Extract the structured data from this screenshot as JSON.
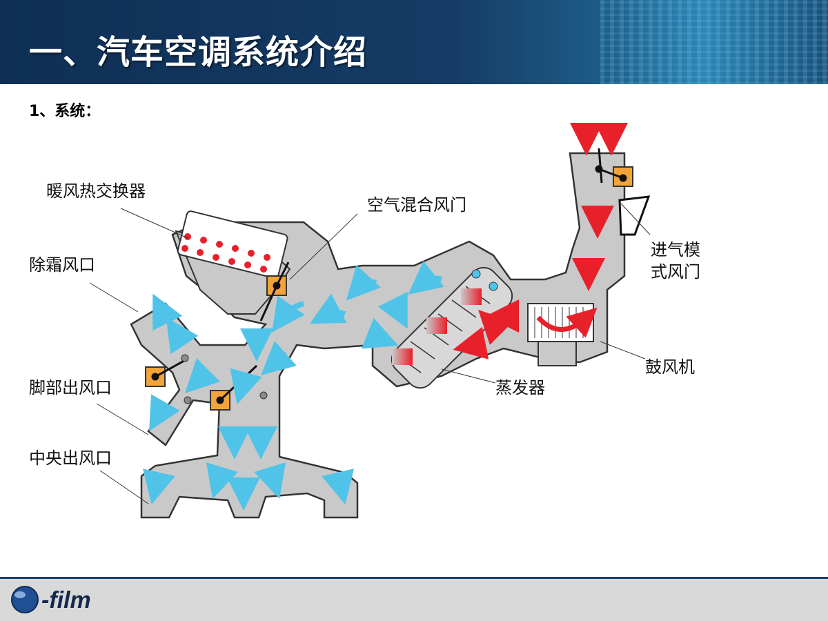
{
  "slide": {
    "title": "一、汽车空调系统介绍",
    "subtitle": "1、系统："
  },
  "diagram": {
    "labels": {
      "heater_core": "暖风热交换器",
      "air_mix_door": "空气混合风门",
      "defrost_vent": "除霜风口",
      "intake_mode_door_line1": "进气模",
      "intake_mode_door_line2": "式风门",
      "foot_vent": "脚部出风口",
      "blower": "鼓风机",
      "evaporator": "蒸发器",
      "center_vent": "中央出风口"
    },
    "colors": {
      "duct": "#c9c9c9",
      "duct_outline": "#333333",
      "cold_air": "#4fc3e8",
      "hot_air": "#e8202a",
      "door": "#f2a33a"
    }
  },
  "footer": {
    "logo_text": "-film",
    "logo_icon": "globe-icon"
  }
}
